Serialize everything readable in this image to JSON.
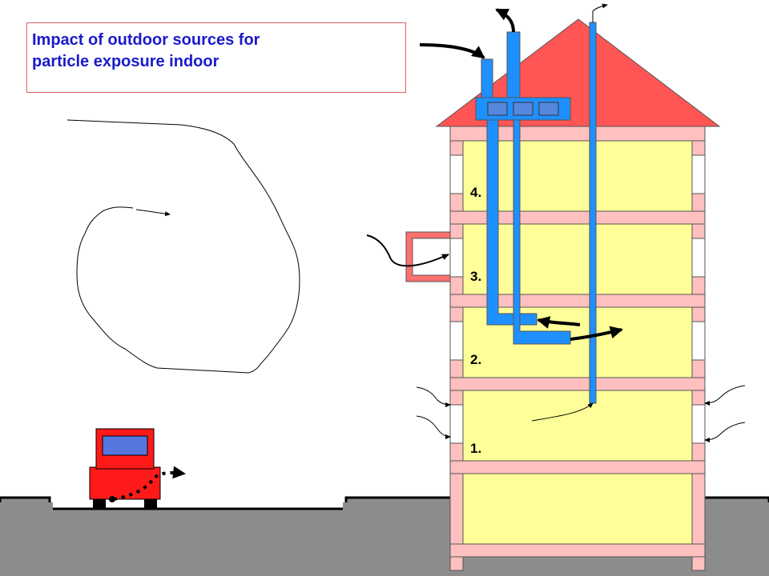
{
  "title": {
    "line1": "Impact of outdoor sources for",
    "line2": "particle exposure indoor"
  },
  "floors": [
    {
      "label": "4."
    },
    {
      "label": "3."
    },
    {
      "label": "2."
    },
    {
      "label": "1."
    }
  ],
  "colors": {
    "title_text": "#1a1acc",
    "roof": "#ff5555",
    "wall_pink": "#ffc0c0",
    "room_yellow": "#ffff99",
    "duct_blue": "#1e90ff",
    "ground_gray": "#8c8c8c",
    "car_red": "#ff1a1a",
    "car_window": "#5577dd"
  }
}
